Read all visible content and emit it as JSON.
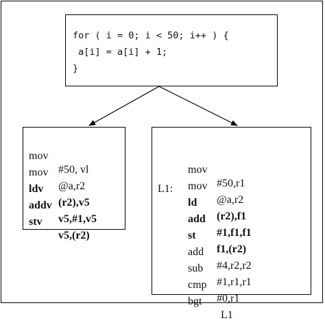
{
  "source_code": {
    "line1": "for ( i = 0; i < 50; i++ ) {",
    "line2": " a[i] = a[i] + 1;",
    "line3": "}"
  },
  "vector_code": [
    {
      "op": "mov",
      "args": "#50, vl",
      "bold": false
    },
    {
      "op": "mov",
      "args": "@a,r2",
      "bold": false
    },
    {
      "op": "ldv",
      "args": "(r2),v5",
      "bold": true
    },
    {
      "op": "addv",
      "args": "v5,#1,v5",
      "bold": true
    },
    {
      "op": "stv",
      "args": "v5,(r2)",
      "bold": true
    }
  ],
  "scalar_code": [
    {
      "label": "",
      "op": "mov",
      "args": "#50,r1",
      "bold": false
    },
    {
      "label": "",
      "op": "mov",
      "args": "@a,r2",
      "bold": false
    },
    {
      "label": "L1:",
      "op": "ld",
      "args": "(r2),f1",
      "bold": true
    },
    {
      "label": "",
      "op": "add",
      "args": "#1,f1,f1",
      "bold": true
    },
    {
      "label": "",
      "op": "st",
      "args": "f1,(r2)",
      "bold": true
    },
    {
      "label": "",
      "op": "add",
      "args": "#4,r2,r2",
      "bold": false
    },
    {
      "label": "",
      "op": "sub",
      "args": "#1,r1,r1",
      "bold": false
    },
    {
      "label": "",
      "op": "cmp",
      "args": "#0,r1",
      "bold": false
    },
    {
      "label": "",
      "op": "bgt",
      "args": "L1",
      "bold": false
    }
  ]
}
